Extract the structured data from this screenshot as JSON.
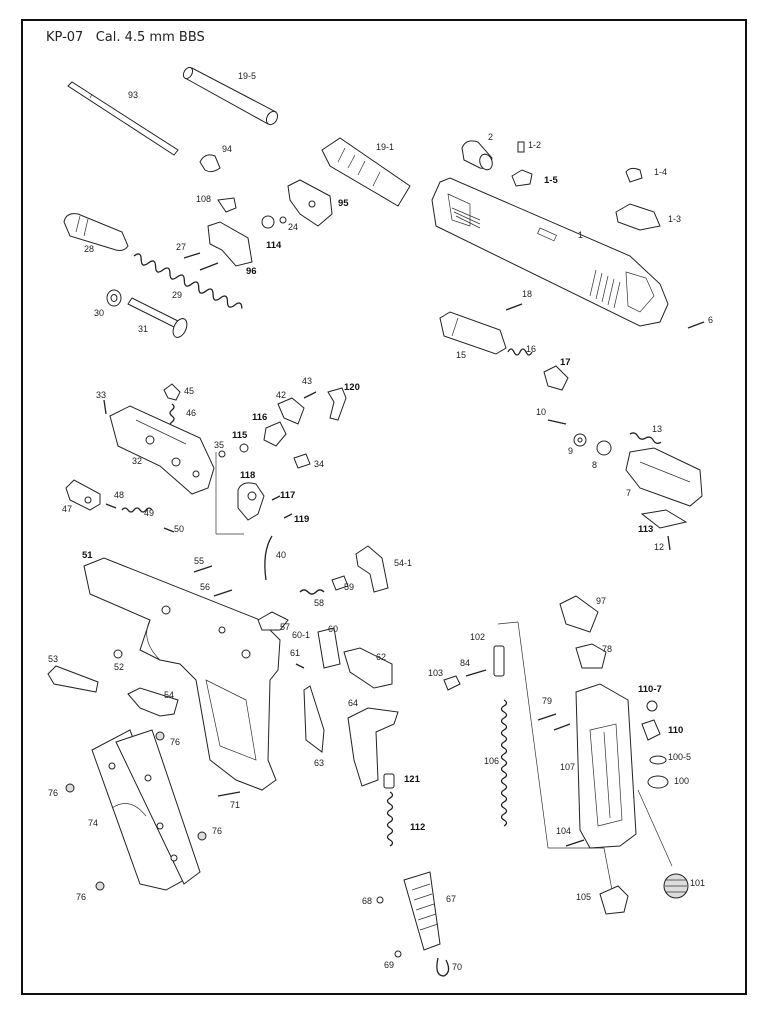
{
  "title": "KP-07   Cal. 4.5 mm BBS",
  "labels": {
    "p93": "93",
    "p19_5": "19-5",
    "p94": "94",
    "p19_1": "19-1",
    "p2": "2",
    "p1_2": "1-2",
    "p1_5": "1-5",
    "p1_4": "1-4",
    "p1_3": "1-3",
    "p1": "1",
    "p108": "108",
    "p95": "95",
    "p28": "28",
    "p27": "27",
    "p24": "24",
    "p114": "114",
    "p96": "96",
    "p29": "29",
    "p30": "30",
    "p31": "31",
    "p18": "18",
    "p6": "6",
    "p15": "15",
    "p16": "16",
    "p17": "17",
    "p33": "33",
    "p45": "45",
    "p46": "46",
    "p42": "42",
    "p43": "43",
    "p120": "120",
    "p116": "116",
    "p115": "115",
    "p35": "35",
    "p32": "32",
    "p34": "34",
    "p10": "10",
    "p13": "13",
    "p9": "9",
    "p8": "8",
    "p7": "7",
    "p118": "118",
    "p117": "117",
    "p119": "119",
    "p47": "47",
    "p48": "48",
    "p49": "49",
    "p50": "50",
    "p113": "113",
    "p12": "12",
    "p40": "40",
    "p51": "51",
    "p55": "55",
    "p54_1": "54-1",
    "p56": "56",
    "p59": "59",
    "p58": "58",
    "p57": "57",
    "p60_1": "60-1",
    "p60": "60",
    "p61": "61",
    "p97": "97",
    "p53": "53",
    "p52": "52",
    "p62": "62",
    "p102": "102",
    "p78": "78",
    "p103": "103",
    "p84": "84",
    "p110_7": "110-7",
    "p54": "54",
    "p79": "79",
    "p110": "110",
    "p64": "64",
    "p76a": "76",
    "p100_5": "100-5",
    "p106": "106",
    "p107": "107",
    "p100": "100",
    "p63": "63",
    "p76b": "76",
    "p121": "121",
    "p71": "71",
    "p74": "74",
    "p76c": "76",
    "p112": "112",
    "p104": "104",
    "p101": "101",
    "p105": "105",
    "p76d": "76",
    "p68": "68",
    "p67": "67",
    "p69": "69",
    "p70": "70"
  }
}
